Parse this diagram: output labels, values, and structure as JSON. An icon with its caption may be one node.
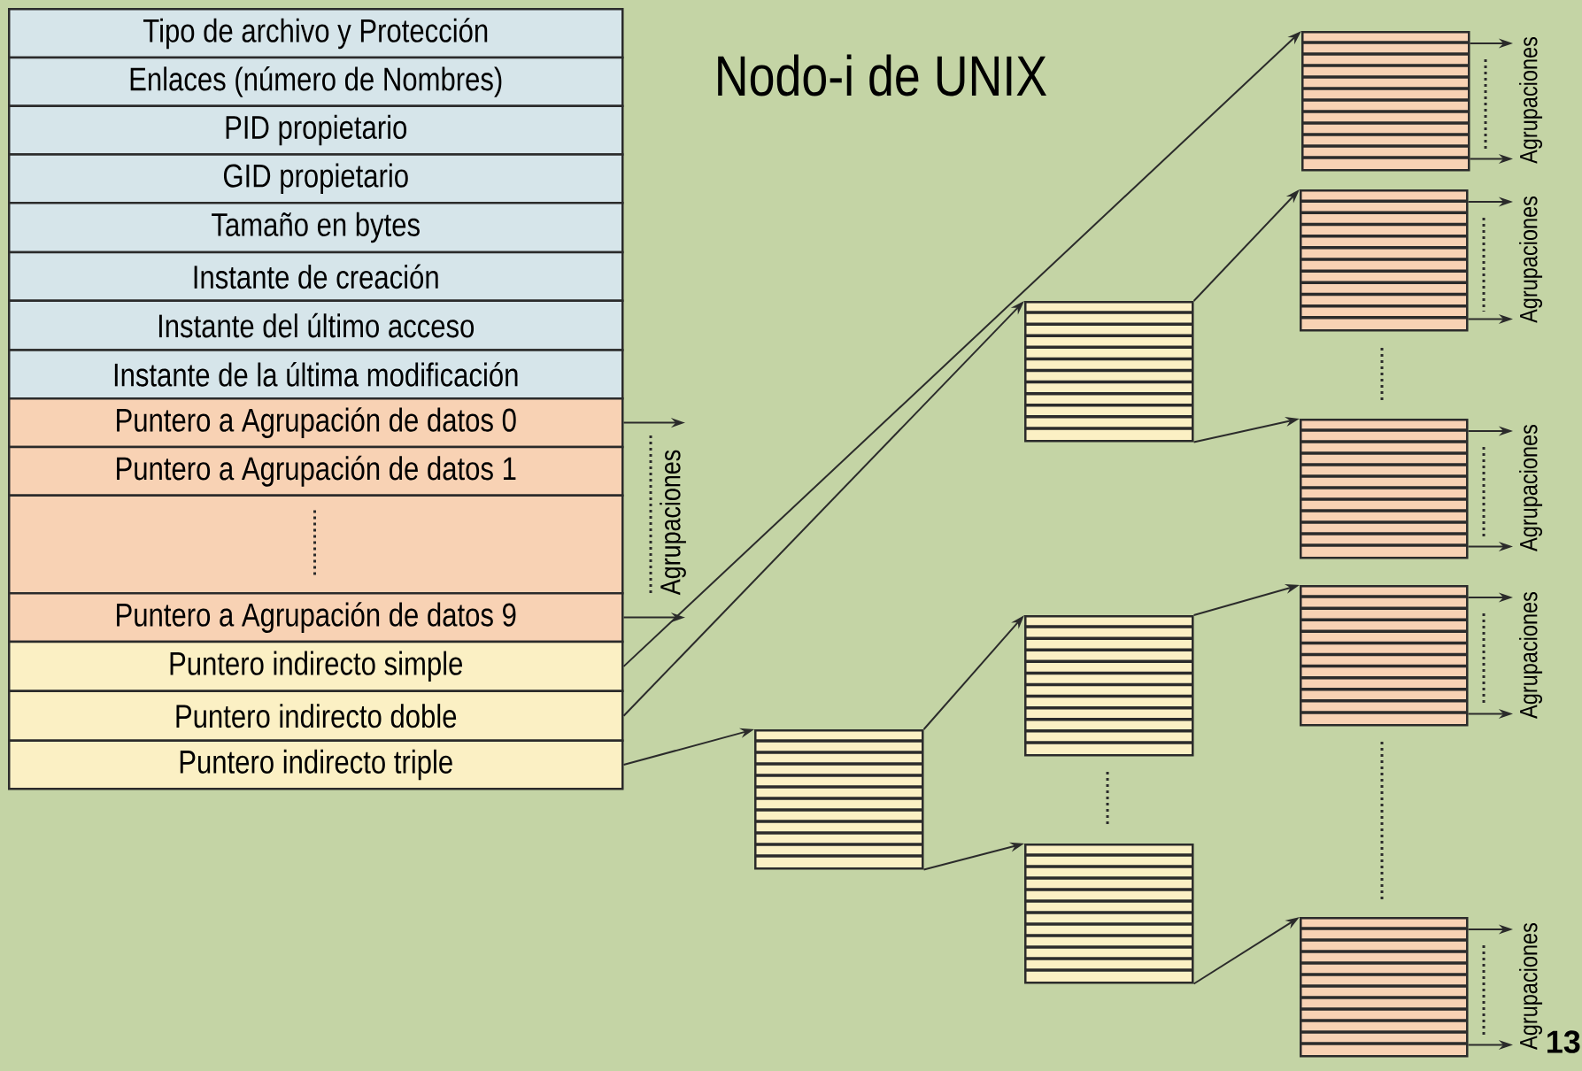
{
  "diagram": {
    "title": "Nodo-i de UNIX",
    "nodes": [
      {
        "text": [
          "Tipo de archivo y Protección"
        ]
      },
      {
        "text": [
          "Enlaces (número de Nombres)"
        ]
      },
      {
        "text": [
          "PID propietario"
        ]
      },
      {
        "text": [
          "GID propietario"
        ]
      },
      {
        "text": [
          "Tamaño en bytes"
        ]
      },
      {
        "text": [
          "Instante de creación"
        ]
      },
      {
        "text": [
          "Instante del último acceso"
        ]
      },
      {
        "text": [
          "Instante de la última modificación"
        ]
      },
      {
        "text": [
          "Puntero a Agrupación de datos 0"
        ]
      },
      {
        "text": [
          "Puntero a Agrupación de datos 1"
        ]
      },
      {
        "text": [],
        "shape": "box"
      },
      {
        "text": [
          "Puntero a Agrupación de datos 9"
        ]
      },
      {
        "text": [
          "Puntero indirecto simple"
        ]
      },
      {
        "text": [
          "Puntero indirecto doble"
        ]
      },
      {
        "text": [
          "Puntero indirecto triple"
        ]
      },
      {
        "text": [],
        "shape": "box"
      },
      {
        "text": [],
        "shape": "box"
      },
      {
        "text": [],
        "shape": "box"
      },
      {
        "text": [],
        "shape": "box"
      },
      {
        "text": [],
        "shape": "box"
      },
      {
        "text": [],
        "shape": "box"
      },
      {
        "text": [],
        "shape": "box"
      },
      {
        "text": [],
        "shape": "box"
      },
      {
        "text": [],
        "shape": "box"
      },
      {
        "text": [
          "Agrupaciones"
        ]
      },
      {
        "text": [
          "Agrupaciones"
        ]
      },
      {
        "text": [
          "Agrupaciones"
        ]
      },
      {
        "text": [
          "Agrupaciones"
        ]
      },
      {
        "text": [
          "Agrupaciones"
        ]
      },
      {
        "text": [
          "Agrupaciones"
        ]
      }
    ],
    "edges": [
      {
        "from": 12,
        "to": 19,
        "arrow": "to"
      },
      {
        "from": 13,
        "to": 15,
        "arrow": "to"
      },
      {
        "from": 14,
        "to": 16,
        "arrow": "to"
      },
      {
        "from": 15,
        "to": 20,
        "arrow": "to"
      },
      {
        "from": 15,
        "to": 21,
        "arrow": "to"
      },
      {
        "from": 16,
        "to": 17,
        "arrow": "to"
      },
      {
        "from": 16,
        "to": 18,
        "arrow": "to"
      },
      {
        "from": 17,
        "to": 22,
        "arrow": "to"
      },
      {
        "from": 18,
        "to": 23,
        "arrow": "to"
      },
      {
        "from": 8,
        "to": 24,
        "arrow": "to"
      },
      {
        "from": 11,
        "to": 24,
        "arrow": "to"
      },
      {
        "from": 19,
        "to": 25,
        "arrow": "to"
      },
      {
        "from": 19,
        "to": 25,
        "arrow": "to"
      },
      {
        "from": 20,
        "to": 26,
        "arrow": "to"
      },
      {
        "from": 20,
        "to": 26,
        "arrow": "to"
      },
      {
        "from": 21,
        "to": 27,
        "arrow": "to"
      },
      {
        "from": 21,
        "to": 27,
        "arrow": "to"
      },
      {
        "from": 22,
        "to": 28,
        "arrow": "to"
      },
      {
        "from": 22,
        "to": 28,
        "arrow": "to"
      },
      {
        "from": 23,
        "to": 29,
        "arrow": "to"
      },
      {
        "from": 23,
        "to": 29,
        "arrow": "to"
      }
    ],
    "labels": [
      "13"
    ]
  }
}
